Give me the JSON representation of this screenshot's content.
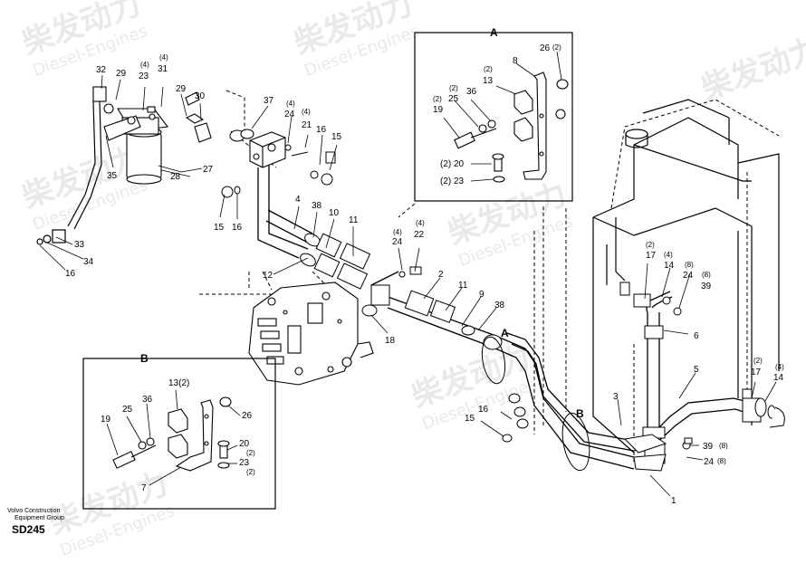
{
  "watermark": {
    "cn": "柴发动力",
    "en": "Diesel-Engines"
  },
  "footer": {
    "company_line1": "Volvo Construction",
    "company_line2": "Equipment Group",
    "code": "SD245"
  },
  "detail_a": {
    "title": "A",
    "labels": {
      "l26": "26",
      "l26q": "(2)",
      "l8": "8",
      "l13q": "(2)",
      "l13": "13",
      "l25q": "(2)",
      "l25": "25",
      "l36": "36",
      "l19q": "(2)",
      "l19": "19",
      "l20": "(2) 20",
      "l23": "(2) 23"
    }
  },
  "detail_b": {
    "title": "B",
    "labels": {
      "l13": "13(2)",
      "l36": "36",
      "l25": "25",
      "l19": "19",
      "l26": "26",
      "l20": "20",
      "l20q": "(2)",
      "l23": "23",
      "l23q": "(2)",
      "l7": "7"
    }
  },
  "main_labels": {
    "l32": "32",
    "l29a": "29",
    "l23q": "(4)",
    "l23": "23",
    "l31q": "(4)",
    "l31": "31",
    "l29b": "29",
    "l30": "30",
    "l37": "37",
    "l24q": "(4)",
    "l24": "24",
    "l21q": "(4)",
    "l21": "21",
    "l16a": "16",
    "l15a": "15",
    "l35": "35",
    "l28": "28",
    "l27": "27",
    "l15b": "15",
    "l16b": "16",
    "l33": "33",
    "l34": "34",
    "l16c": "16",
    "l4": "4",
    "l38a": "38",
    "l10": "10",
    "l11a": "11",
    "l24bq": "(4)",
    "l24b": "24",
    "l22q": "(4)",
    "l22": "22",
    "l12": "12",
    "l2": "2",
    "l11b": "11",
    "l9": "9",
    "l38b": "38",
    "l18": "18",
    "lA": "A",
    "lB": "B",
    "l16d": "16",
    "l15c": "15",
    "l3": "3",
    "l1": "1",
    "l17q": "(2)",
    "l17": "17",
    "l14q": "(4)",
    "l14": "14",
    "l24cq": "(8)",
    "l24c": "24",
    "l39q": "(8)",
    "l39": "39",
    "l6": "6",
    "l5": "5",
    "l17bq": "(2)",
    "l17b": "17",
    "l14bq": "(4)",
    "l14b": "14",
    "l39b": "39",
    "l39bq": "(8)",
    "l24d": "24",
    "l24dq": "(8)"
  }
}
